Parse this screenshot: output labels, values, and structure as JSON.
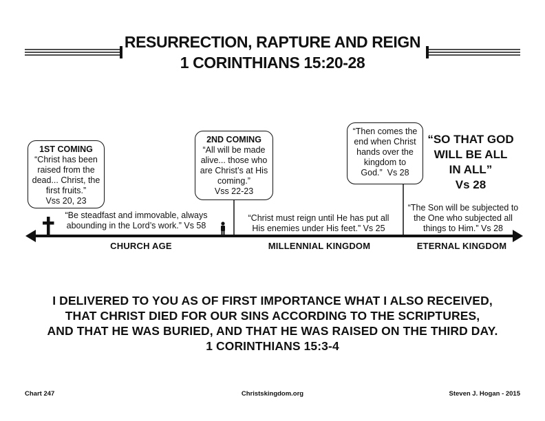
{
  "title": {
    "line1": "RESURRECTION, RAPTURE AND REIGN",
    "line2": "1 CORINTHIANS 15:20-28"
  },
  "events": {
    "first_coming": {
      "heading": "1ST COMING",
      "quote": "“Christ has been raised from the dead... Christ, the first fruits.”",
      "ref": "Vss 20, 23"
    },
    "second_coming": {
      "heading": "2ND COMING",
      "quote": "“All will be made alive... those who are Christ’s at His coming.”",
      "ref": "Vss 22-23"
    },
    "the_end": {
      "quote": "“Then comes the end when Christ hands over the kingdom to God.”",
      "ref": "Vs 28"
    }
  },
  "big_quote": {
    "text": "“SO THAT GOD WILL BE ALL IN ALL”",
    "ref": "Vs 28"
  },
  "notes": {
    "church": "“Be steadfast and immovable, always abounding in the Lord’s work.” Vs 58",
    "millennial": "“Christ must reign until He has put all His enemies under His feet.” Vs 25",
    "eternal": "“The Son will be subjected to the One who subjected all things to Him.” Vs 28"
  },
  "eras": {
    "church": "CHURCH AGE",
    "millennial": "MILLENNIAL KINGDOM",
    "eternal": "ETERNAL KINGDOM"
  },
  "icons": {
    "cross": "cross-icon",
    "person": "person-icon"
  },
  "verse": {
    "line1": "I DELIVERED TO YOU AS OF FIRST IMPORTANCE WHAT I ALSO RECEIVED,",
    "line2": "THAT CHRIST DIED FOR OUR SINS ACCORDING TO THE SCRIPTURES,",
    "line3": "AND THAT HE WAS BURIED, AND THAT HE WAS RAISED ON THE THIRD DAY.",
    "ref": "1 CORINTHIANS 15:3-4"
  },
  "footer": {
    "chart": "Chart 247",
    "site": "Christskingdom.org",
    "author": "Steven J. Hogan - 2015"
  }
}
